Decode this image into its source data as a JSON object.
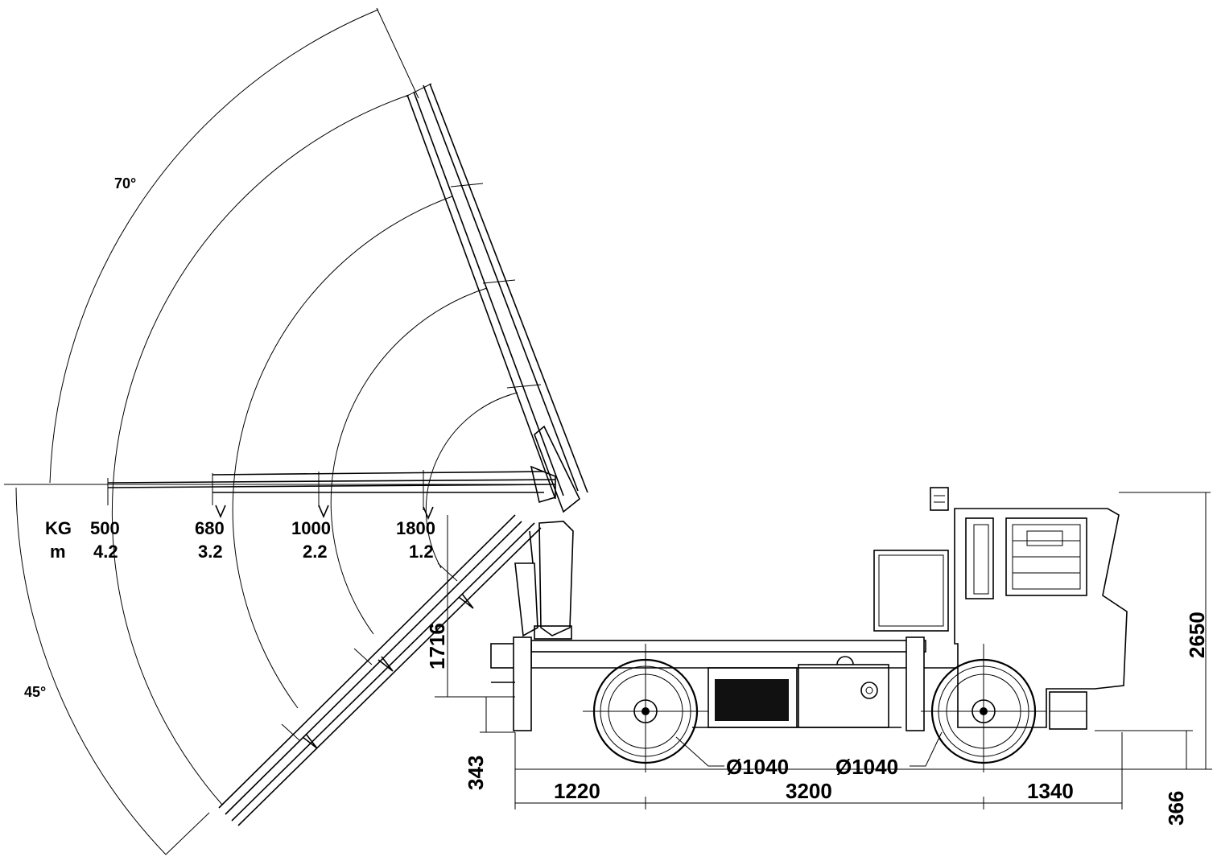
{
  "angles": {
    "upper": "70°",
    "lower": "45°"
  },
  "load_table": {
    "row_labels": {
      "load": "KG",
      "reach": "m"
    },
    "columns": [
      {
        "load": "500",
        "reach": "4.2"
      },
      {
        "load": "680",
        "reach": "3.2"
      },
      {
        "load": "1000",
        "reach": "2.2"
      },
      {
        "load": "1800",
        "reach": "1.2"
      }
    ]
  },
  "dimensions": {
    "boom_pivot_height": "1716",
    "ground_clearance_front": "343",
    "overall_height": "2650",
    "rear_clearance": "366",
    "front_overhang": "1220",
    "wheelbase": "3200",
    "rear_overhang": "1340",
    "front_wheel_diameter": "Ø1040",
    "rear_wheel_diameter": "Ø1040"
  },
  "colors": {
    "line": "#000000",
    "background": "#ffffff"
  }
}
